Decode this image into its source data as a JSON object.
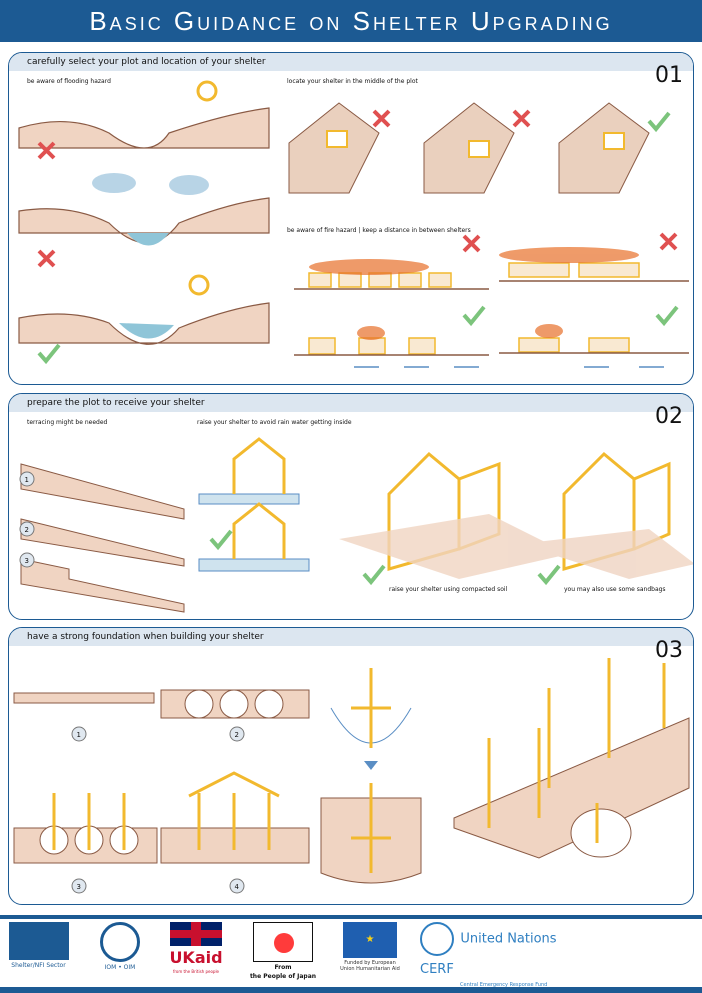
{
  "title": "Basic Guidance on Shelter Upgrading",
  "sections": [
    {
      "number": "01",
      "heading": "carefully select your plot and location of your shelter",
      "labels": {
        "flood": "be aware of flooding hazard",
        "middle": "locate your shelter in the middle of the plot",
        "fire": "be aware of fire hazard | keep a distance in between shelters"
      }
    },
    {
      "number": "02",
      "heading": "prepare the plot to receive your shelter",
      "labels": {
        "terracing": "terracing might be needed",
        "raise": "raise your shelter to avoid rain water getting inside",
        "soil": "raise your shelter using compacted soil",
        "sandbags": "you may also use some sandbags"
      },
      "steps": [
        "1",
        "2",
        "3"
      ]
    },
    {
      "number": "03",
      "heading": "have a strong foundation when building your shelter",
      "steps": [
        "1",
        "2",
        "3",
        "4"
      ]
    }
  ],
  "footer": {
    "logos": [
      {
        "name": "Shelter/NFI Sector"
      },
      {
        "name": "IOM • OIM"
      },
      {
        "name": "UKaid",
        "sub": "from the British people"
      },
      {
        "name": "From",
        "sub": "the People of Japan"
      },
      {
        "name": "Funded by European Union Humanitarian Aid"
      },
      {
        "name": "United Nations CERF",
        "sub": "Central Emergency Response Fund"
      }
    ]
  },
  "colors": {
    "brand": "#1c5a93",
    "band": "#dce6f0",
    "ok": "#7cc47c",
    "bad": "#e05050",
    "timber": "#f2b92e",
    "soil": "#e8c2a8"
  }
}
